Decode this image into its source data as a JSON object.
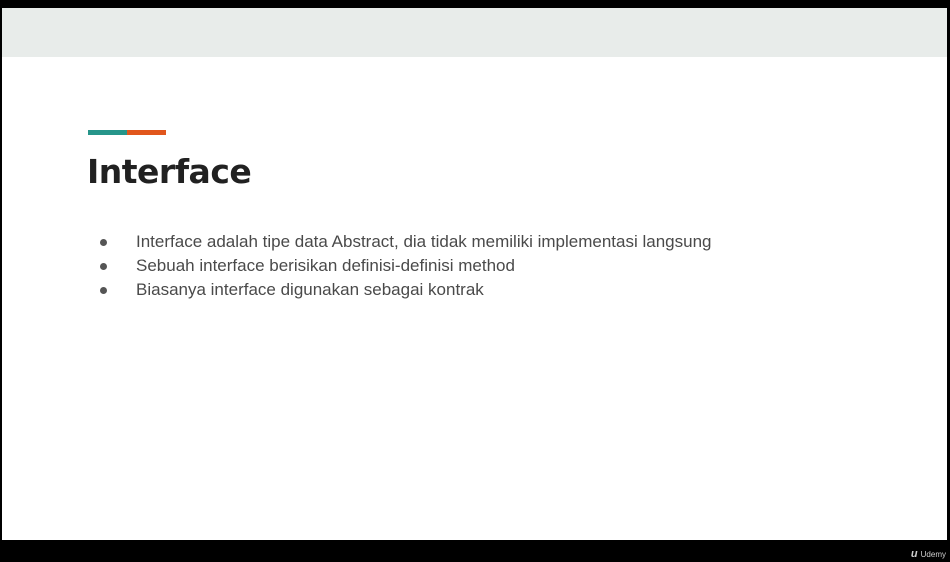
{
  "slide": {
    "title": "Interface",
    "accent_colors": [
      "#26958a",
      "#e1561c"
    ],
    "bullets": [
      "Interface adalah tipe data Abstract, dia tidak memiliki implementasi langsung",
      "Sebuah interface berisikan definisi-definisi method",
      "Biasanya interface digunakan sebagai kontrak"
    ]
  },
  "watermark": {
    "logo_glyph": "u",
    "brand": "Udemy"
  }
}
